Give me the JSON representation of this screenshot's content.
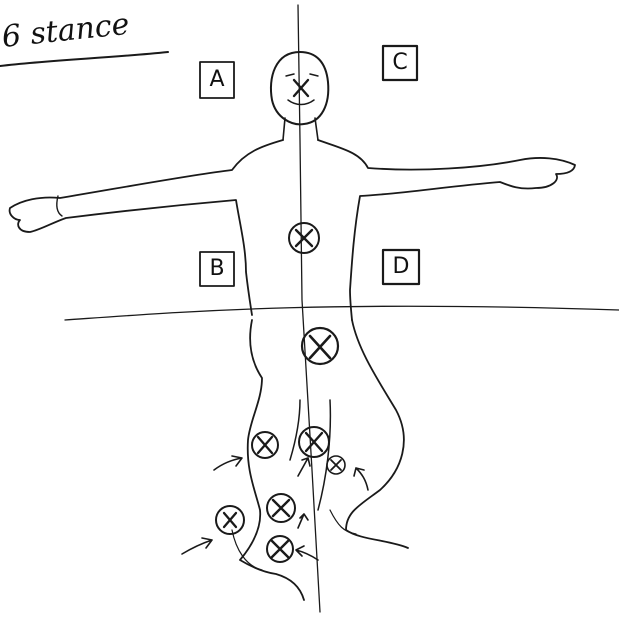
{
  "title": "6 stance",
  "regions": {
    "a": "A",
    "b": "B",
    "c": "C",
    "d": "D"
  },
  "marker_glyph": "X",
  "ink_color": "#1a1a1a"
}
